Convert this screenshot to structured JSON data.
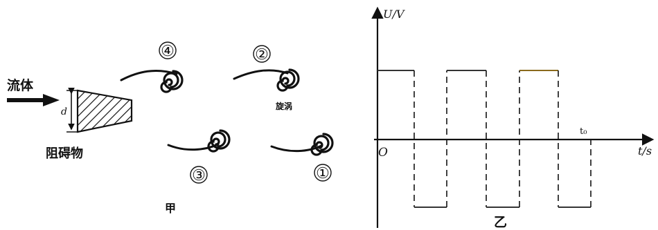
{
  "figure_jia": {
    "fluid_label": "流体",
    "obstacle_label": "阻碍物",
    "width_symbol": "d",
    "vortex_label": "旋涡",
    "vortex_numbers": [
      "④",
      "②",
      "③",
      "①"
    ],
    "caption": "甲"
  },
  "figure_yi": {
    "y_axis_label": "U/V",
    "x_axis_label": "t/s",
    "origin_label": "O",
    "t0_label": "t₀",
    "caption": "乙",
    "waveform": {
      "type": "square",
      "levels": [
        "high",
        "low",
        "high",
        "low",
        "high",
        "low"
      ],
      "segments": 6
    }
  }
}
